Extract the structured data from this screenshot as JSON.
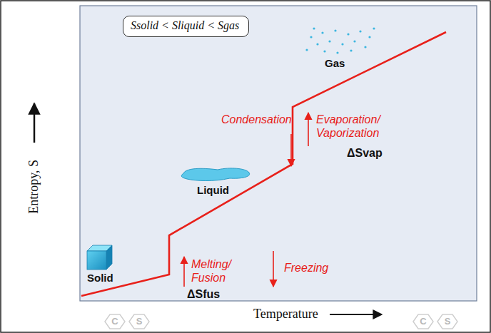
{
  "diagram": {
    "nodes": [
      {
        "text": [
          "Ssolid < Sliquid < Sgas"
        ]
      }
    ],
    "labels": [
      "Gas",
      "Liquid",
      "Solid",
      "Condensation",
      "Evaporation/ Vaporization",
      "ΔSvap",
      "Melting/ Fusion",
      "ΔSfus",
      "Freezing",
      "Entropy, S",
      "Temperature",
      "C",
      "S",
      "C",
      "S"
    ]
  }
}
